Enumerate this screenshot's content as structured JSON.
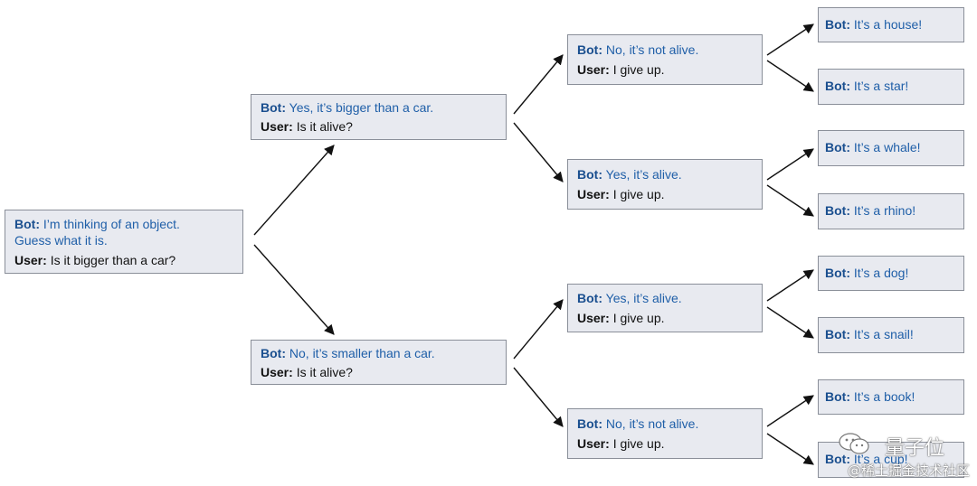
{
  "labels": {
    "bot": "Bot:",
    "user": "User:"
  },
  "root": {
    "bot_line1": "I’m thinking of an object.",
    "bot_line2": "Guess what it is.",
    "user": "Is it bigger than a car?"
  },
  "level1": [
    {
      "bot": "Yes, it’s bigger than a car.",
      "user": "Is it alive?"
    },
    {
      "bot": "No, it’s smaller than a car.",
      "user": "Is it alive?"
    }
  ],
  "level2": [
    {
      "bot": "No, it’s not alive.",
      "user": "I give up."
    },
    {
      "bot": "Yes, it’s alive.",
      "user": "I give up."
    },
    {
      "bot": "Yes, it’s alive.",
      "user": "I give up."
    },
    {
      "bot": "No, it’s not alive.",
      "user": "I give up."
    }
  ],
  "leaves": [
    {
      "bot": "It’s a house!"
    },
    {
      "bot": "It’s a star!"
    },
    {
      "bot": "It’s a whale!"
    },
    {
      "bot": "It’s a rhino!"
    },
    {
      "bot": "It’s a dog!"
    },
    {
      "bot": "It’s a snail!"
    },
    {
      "bot": "It’s a book!"
    },
    {
      "bot": "It’s a cup!"
    }
  ],
  "watermark": {
    "brand": "量子位",
    "site": "@稀土掘金技术社区"
  }
}
